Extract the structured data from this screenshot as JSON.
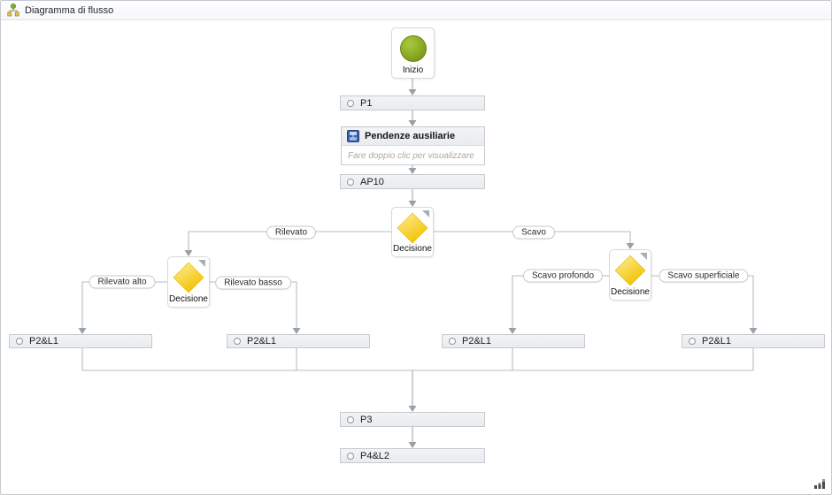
{
  "header": {
    "title": "Diagramma di flusso"
  },
  "nodes": {
    "start": {
      "label": "Inizio"
    },
    "p1": {
      "label": "P1"
    },
    "subprocess": {
      "title": "Pendenze ausiliarie",
      "hint": "Fare doppio clic per visualizzare"
    },
    "ap10": {
      "label": "AP10"
    },
    "decision_main": {
      "label": "Decisione"
    },
    "decision_left": {
      "label": "Decisione"
    },
    "decision_right": {
      "label": "Decisione"
    },
    "p2l1_a": {
      "label": "P2&L1"
    },
    "p2l1_b": {
      "label": "P2&L1"
    },
    "p2l1_c": {
      "label": "P2&L1"
    },
    "p2l1_d": {
      "label": "P2&L1"
    },
    "p3": {
      "label": "P3"
    },
    "p4l2": {
      "label": "P4&L2"
    }
  },
  "edge_labels": {
    "rilevato": "Rilevato",
    "scavo": "Scavo",
    "rilevato_alto": "Rilevato alto",
    "rilevato_basso": "Rilevato basso",
    "scavo_profondo": "Scavo profondo",
    "scavo_superficiale": "Scavo superficiale"
  },
  "colors": {
    "start_node": "#8aa822",
    "decision_node": "#f3c300",
    "connector": "#b7bbbe",
    "box_fill": "#edeff2"
  }
}
